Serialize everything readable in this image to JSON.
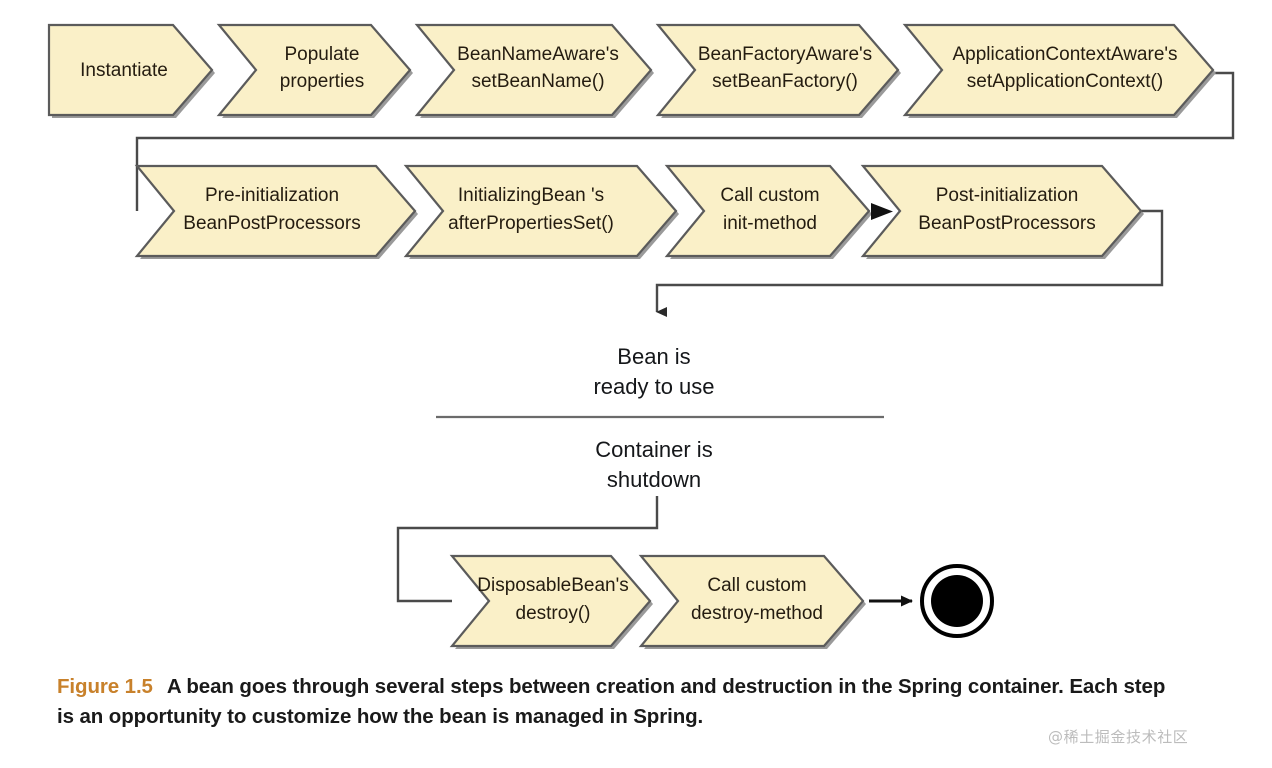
{
  "figure": {
    "caption_label": "Figure 1.5",
    "caption_text": "A bean goes through several steps between creation and destruction in the Spring container. Each step is an opportunity to customize how the bean is managed in Spring.",
    "watermark": "@稀土掘金技术社区",
    "colors": {
      "chevron_fill": "#faf0c8",
      "chevron_stroke": "#5b5b5b",
      "chevron_shadow": "#9a9a9a",
      "connector": "#4a4a4a",
      "caption_label_color": "#c8812b",
      "text_color": "#241c10",
      "background": "#ffffff",
      "watermark_color": "#bcbcbc"
    }
  },
  "diagram": {
    "type": "flowchart",
    "title": "Spring bean lifecycle",
    "rows": [
      {
        "name": "creation-row-1",
        "steps": [
          {
            "id": "instantiate",
            "lines": [
              "Instantiate"
            ],
            "shape": "flat-left-chevron"
          },
          {
            "id": "populate-properties",
            "lines": [
              "Populate",
              "properties"
            ],
            "shape": "chevron"
          },
          {
            "id": "beannameaware-setbeanname",
            "lines": [
              "BeanNameAware's",
              "setBeanName()"
            ],
            "shape": "chevron"
          },
          {
            "id": "beanfactoryaware-setbeanfactory",
            "lines": [
              "BeanFactoryAware's",
              "setBeanFactory()"
            ],
            "shape": "chevron"
          },
          {
            "id": "applicationcontextaware-setapplicationcontext",
            "lines": [
              "ApplicationContextAware's",
              "setApplicationContext()"
            ],
            "shape": "chevron"
          }
        ]
      },
      {
        "name": "creation-row-2",
        "steps": [
          {
            "id": "pre-initialization-beanpostprocessors",
            "lines": [
              "Pre-initialization",
              "BeanPostProcessors"
            ],
            "shape": "chevron"
          },
          {
            "id": "initializingbean-afterpropertiesset",
            "lines": [
              "InitializingBean  's",
              "afterPropertiesSet()"
            ],
            "shape": "chevron"
          },
          {
            "id": "call-custom-init-method",
            "lines": [
              "Call custom",
              "init-method"
            ],
            "shape": "chevron"
          },
          {
            "id": "post-initialization-beanpostprocessors",
            "lines": [
              "Post-initialization",
              "BeanPostProcessors"
            ],
            "shape": "chevron"
          }
        ]
      },
      {
        "name": "destruction-row",
        "steps": [
          {
            "id": "disposablebean-destroy",
            "lines": [
              "DisposableBean's",
              "destroy()"
            ],
            "shape": "chevron"
          },
          {
            "id": "call-custom-destroy-method",
            "lines": [
              "Call custom",
              "destroy-method"
            ],
            "shape": "chevron"
          }
        ]
      }
    ],
    "states": [
      {
        "id": "bean-ready",
        "lines": [
          "Bean is",
          "ready to use"
        ]
      },
      {
        "id": "container-shutdown",
        "lines": [
          "Container is",
          "shutdown"
        ]
      }
    ],
    "end_node": {
      "id": "final-state",
      "label": "final-state"
    }
  }
}
